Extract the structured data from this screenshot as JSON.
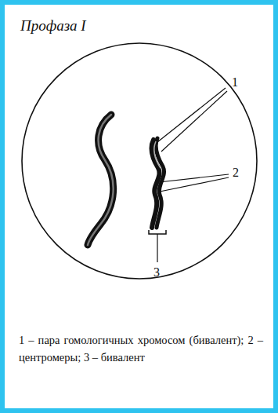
{
  "diagram": {
    "title": "Профаза I",
    "caption": "1 – пара гомологичных хромосом (бивалент); 2 – центромеры; 3 – бивалент",
    "labels": [
      "1",
      "2",
      "3"
    ]
  }
}
